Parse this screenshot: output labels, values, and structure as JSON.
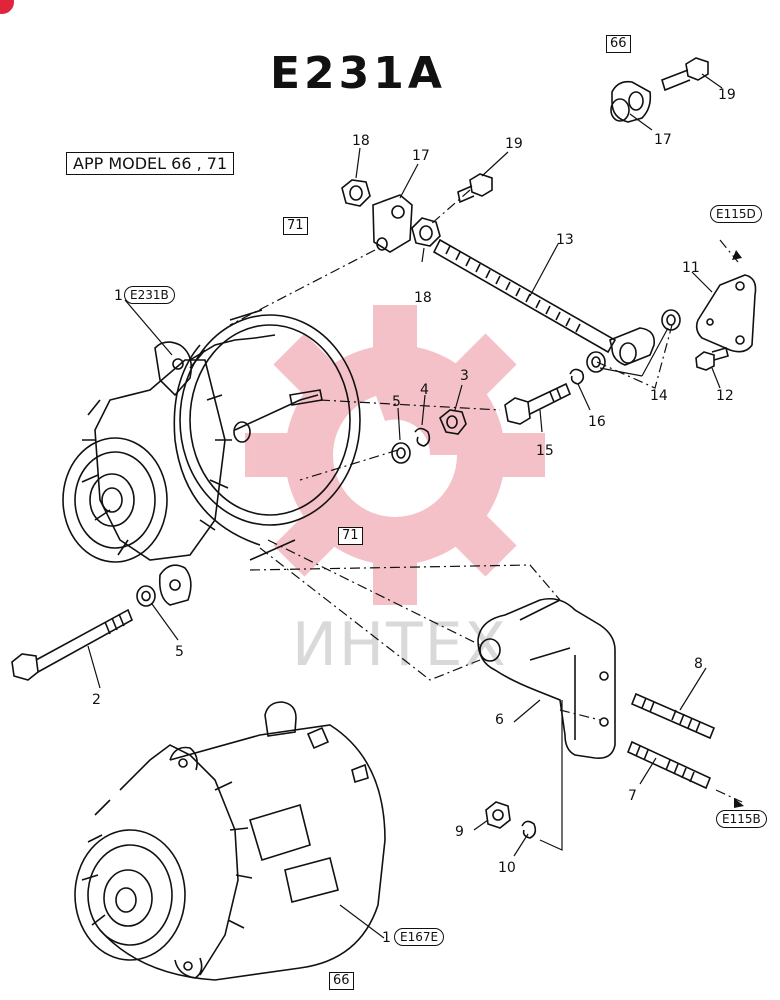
{
  "title": "E231A",
  "app_model": "APP MODEL 66 , 71",
  "watermark": {
    "text": "ИНТЕХ",
    "color": "#f2b8c0"
  },
  "model_tags": {
    "top_right": "66",
    "upper_left": "71",
    "middle": "71",
    "bottom": "66"
  },
  "ref_labels": {
    "alt_upper": "E231B",
    "alt_lower": "E167E",
    "bracket_ref": "E115D",
    "stud_ref": "E115B"
  },
  "parts": {
    "p1_upper": "1",
    "p1_lower": "1",
    "p2": "2",
    "p3": "3",
    "p4": "4",
    "p5a": "5",
    "p5b": "5",
    "p6": "6",
    "p7": "7",
    "p8": "8",
    "p9": "9",
    "p10": "10",
    "p11": "11",
    "p12": "12",
    "p13": "13",
    "p14": "14",
    "p15": "15",
    "p16": "16",
    "p17a": "17",
    "p17b": "17",
    "p18a": "18",
    "p18b": "18",
    "p19a": "19",
    "p19b": "19"
  }
}
